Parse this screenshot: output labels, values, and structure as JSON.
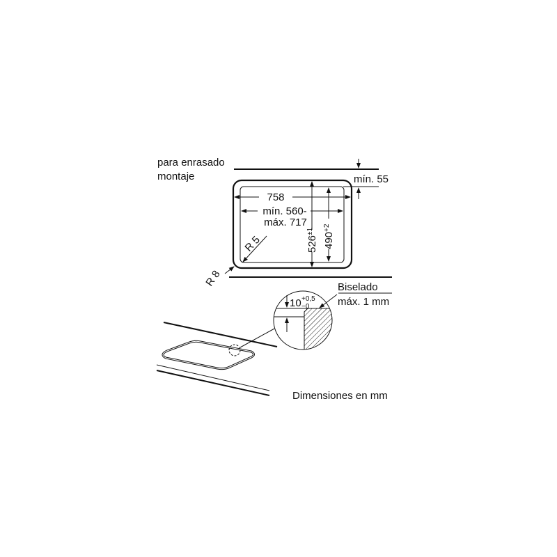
{
  "labels": {
    "flush_mount_line1": "para enrasado",
    "flush_mount_line2": "montaje",
    "min_depth": "mín. 55",
    "width_outer": "758",
    "width_inner_min": "mín. 560-",
    "width_inner_max": "máx. 717",
    "depth_outer": "526",
    "depth_outer_tol": "±1",
    "depth_inner": "490",
    "depth_inner_tol": "+2",
    "radius_inner": "R 5",
    "radius_outer": "R 8",
    "bevel_title": "Biselado",
    "bevel_max": "máx. 1 mm",
    "rebate_depth": "10",
    "rebate_tol_plus": "+0,5",
    "rebate_tol_minus": "−0",
    "units_note": "Dimensiones en mm"
  },
  "colors": {
    "line": "#111111",
    "background": "#ffffff"
  }
}
